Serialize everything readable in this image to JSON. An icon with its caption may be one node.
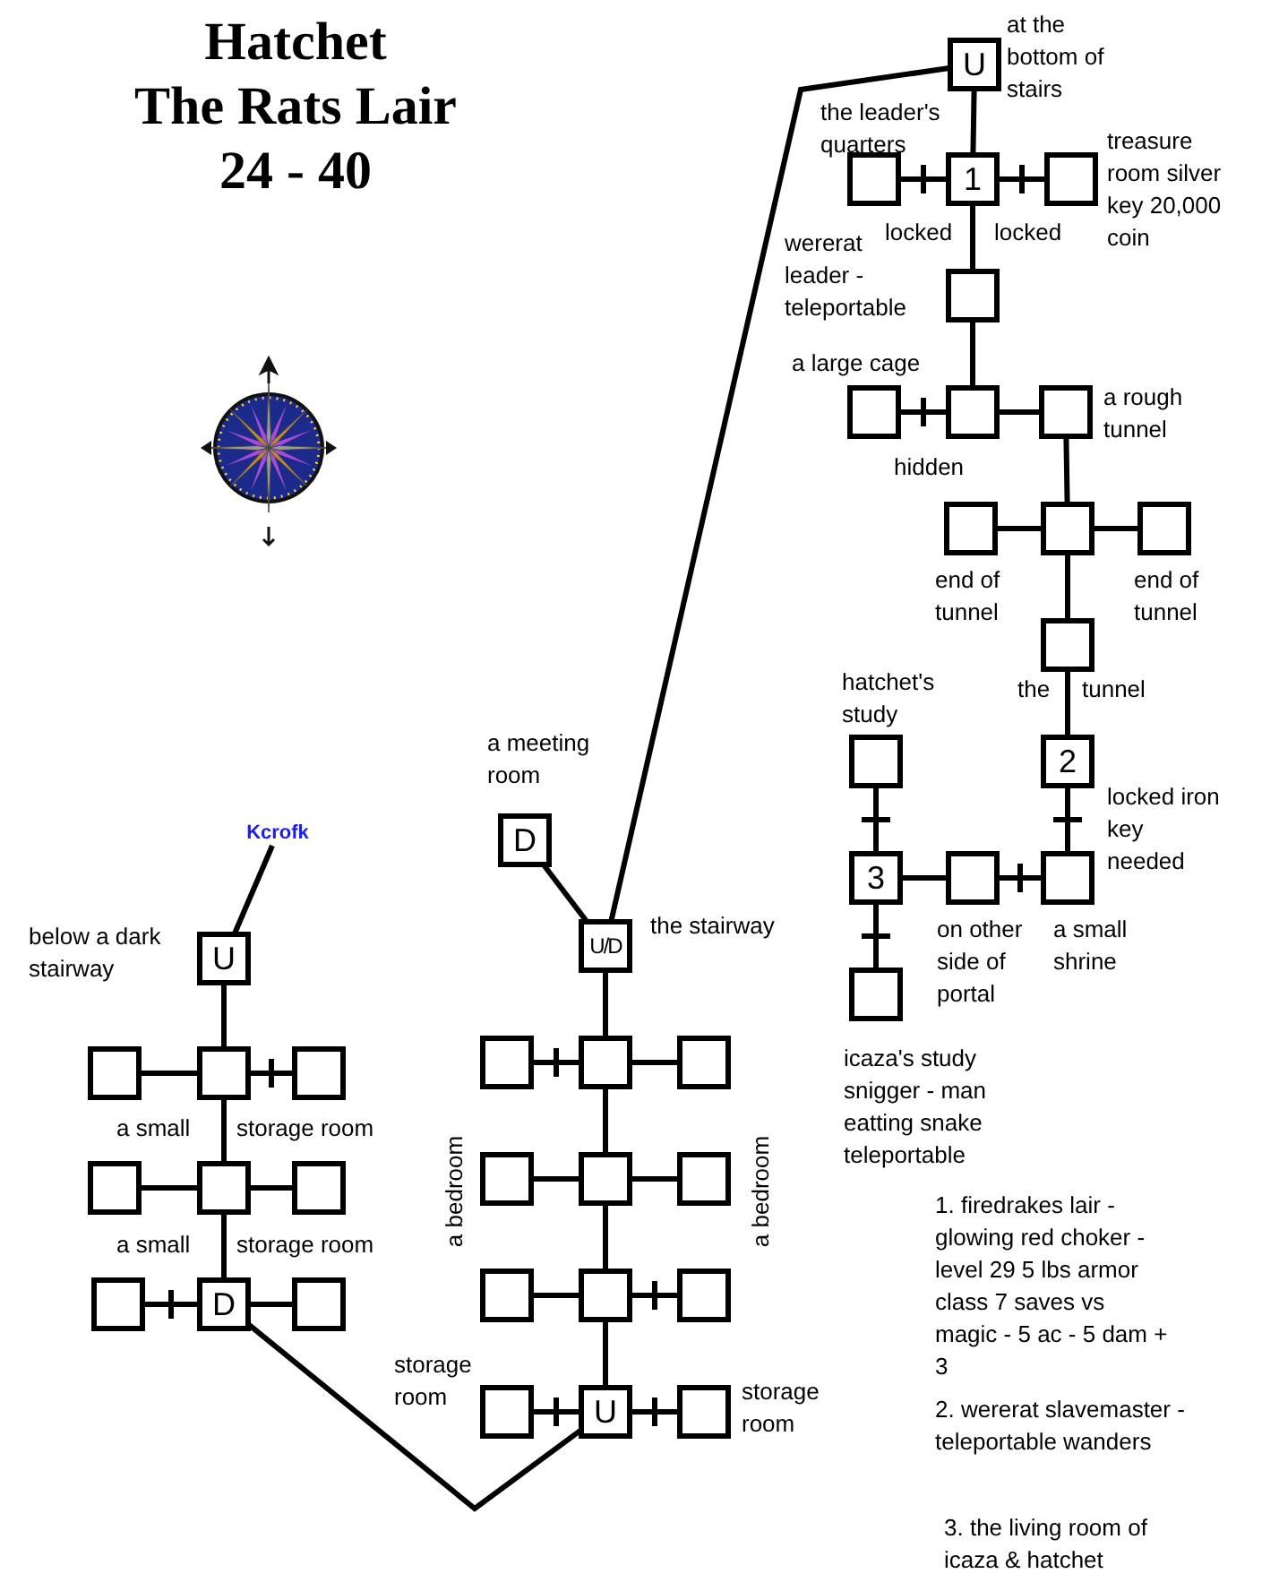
{
  "diagram": {
    "title": "Hatchet The Rats Lair 24 - 40",
    "nodes": [
      {
        "text": [
          "U"
        ]
      },
      {
        "text": [],
        "shape": "box"
      },
      {
        "text": [
          "1"
        ]
      },
      {
        "text": [],
        "shape": "box"
      },
      {
        "text": [],
        "shape": "box"
      },
      {
        "text": [],
        "shape": "box"
      },
      {
        "text": [],
        "shape": "box"
      },
      {
        "text": [],
        "shape": "box"
      },
      {
        "text": [],
        "shape": "box"
      },
      {
        "text": [],
        "shape": "box"
      },
      {
        "text": [],
        "shape": "box"
      },
      {
        "text": [],
        "shape": "box"
      },
      {
        "text": [
          "2"
        ]
      },
      {
        "text": [],
        "shape": "box"
      },
      {
        "text": [
          "3"
        ]
      },
      {
        "text": [],
        "shape": "box"
      },
      {
        "text": [],
        "shape": "box"
      },
      {
        "text": [],
        "shape": "box"
      },
      {
        "text": [
          "Kcrofk"
        ]
      },
      {
        "text": [
          "D"
        ]
      },
      {
        "text": [
          "U/D"
        ]
      },
      {
        "text": [
          "U"
        ]
      },
      {
        "text": [],
        "shape": "box"
      },
      {
        "text": [],
        "shape": "box"
      },
      {
        "text": [],
        "shape": "box"
      },
      {
        "text": [],
        "shape": "box"
      },
      {
        "text": [],
        "shape": "box"
      },
      {
        "text": [],
        "shape": "box"
      },
      {
        "text": [],
        "shape": "box"
      },
      {
        "text": [],
        "shape": "box"
      },
      {
        "text": [],
        "shape": "box"
      },
      {
        "text": [],
        "shape": "box"
      },
      {
        "text": [],
        "shape": "box"
      },
      {
        "text": [],
        "shape": "box"
      },
      {
        "text": [],
        "shape": "box"
      },
      {
        "text": [],
        "shape": "box"
      },
      {
        "text": [],
        "shape": "box"
      },
      {
        "text": [],
        "shape": "box"
      },
      {
        "text": [
          "D"
        ]
      },
      {
        "text": [],
        "shape": "box"
      },
      {
        "text": [],
        "shape": "box"
      },
      {
        "text": [
          "U"
        ]
      },
      {
        "text": [],
        "shape": "box"
      }
    ],
    "edges": [
      {
        "from": 0,
        "to": 2,
        "arrow": "none"
      },
      {
        "from": 1,
        "to": 2,
        "arrow": "none"
      },
      {
        "from": 2,
        "to": 3,
        "arrow": "none"
      },
      {
        "from": 2,
        "to": 4,
        "arrow": "none"
      },
      {
        "from": 4,
        "to": 6,
        "arrow": "none"
      },
      {
        "from": 5,
        "to": 6,
        "arrow": "none"
      },
      {
        "from": 6,
        "to": 7,
        "arrow": "none"
      },
      {
        "from": 7,
        "to": 9,
        "arrow": "none"
      },
      {
        "from": 8,
        "to": 9,
        "arrow": "none"
      },
      {
        "from": 9,
        "to": 10,
        "arrow": "none"
      },
      {
        "from": 9,
        "to": 11,
        "arrow": "none"
      },
      {
        "from": 11,
        "to": 12,
        "arrow": "none"
      },
      {
        "from": 12,
        "to": 16,
        "arrow": "none"
      },
      {
        "from": 13,
        "to": 14,
        "arrow": "none"
      },
      {
        "from": 14,
        "to": 15,
        "arrow": "none"
      },
      {
        "from": 15,
        "to": 16,
        "arrow": "none"
      },
      {
        "from": 14,
        "to": 17,
        "arrow": "none"
      },
      {
        "from": 18,
        "to": 21,
        "arrow": "none"
      },
      {
        "from": 19,
        "to": 20,
        "arrow": "none"
      },
      {
        "from": 20,
        "to": 0,
        "arrow": "none"
      },
      {
        "from": 20,
        "to": 23,
        "arrow": "none"
      },
      {
        "from": 22,
        "to": 23,
        "arrow": "none"
      },
      {
        "from": 23,
        "to": 24,
        "arrow": "none"
      },
      {
        "from": 23,
        "to": 29,
        "arrow": "none"
      },
      {
        "from": 28,
        "to": 29,
        "arrow": "none"
      },
      {
        "from": 29,
        "to": 30,
        "arrow": "none"
      },
      {
        "from": 29,
        "to": 35,
        "arrow": "none"
      },
      {
        "from": 34,
        "to": 35,
        "arrow": "none"
      },
      {
        "from": 35,
        "to": 36,
        "arrow": "none"
      },
      {
        "from": 35,
        "to": 41,
        "arrow": "none"
      },
      {
        "from": 40,
        "to": 41,
        "arrow": "none"
      },
      {
        "from": 41,
        "to": 42,
        "arrow": "none"
      },
      {
        "from": 21,
        "to": 26,
        "arrow": "none"
      },
      {
        "from": 25,
        "to": 26,
        "arrow": "none"
      },
      {
        "from": 26,
        "to": 27,
        "arrow": "none"
      },
      {
        "from": 26,
        "to": 32,
        "arrow": "none"
      },
      {
        "from": 31,
        "to": 32,
        "arrow": "none"
      },
      {
        "from": 32,
        "to": 33,
        "arrow": "none"
      },
      {
        "from": 32,
        "to": 38,
        "arrow": "none"
      },
      {
        "from": 37,
        "to": 38,
        "arrow": "none"
      },
      {
        "from": 38,
        "to": 39,
        "arrow": "none"
      },
      {
        "from": 38,
        "to": 41,
        "arrow": "none"
      }
    ],
    "labels": [
      "at the bottom of stairs",
      "the leader's quarters",
      "treasure room silver key 20,000 coin",
      "locked",
      "locked",
      "wererat leader - teleportable",
      "a large cage",
      "a rough tunnel",
      "hidden",
      "end of tunnel",
      "end of tunnel",
      "hatchet's study",
      "the",
      "tunnel",
      "locked iron key needed",
      "on other side of portal",
      "a small shrine",
      "icaza's study snigger - man eatting snake teleportable",
      "a meeting room",
      "the stairway",
      "below a dark stairway",
      "a small",
      "storage room",
      "a small",
      "storage room",
      "a bedroom",
      "a bedroom",
      "storage room",
      "storage room",
      "1. firedrakes lair - glowing red choker - level 29 5 lbs armor class 7 saves vs magic - 5 ac - 5 dam + 3",
      "2. wererat slavemaster - teleportable wanders",
      "3. the living room of icaza & hatchet"
    ]
  }
}
